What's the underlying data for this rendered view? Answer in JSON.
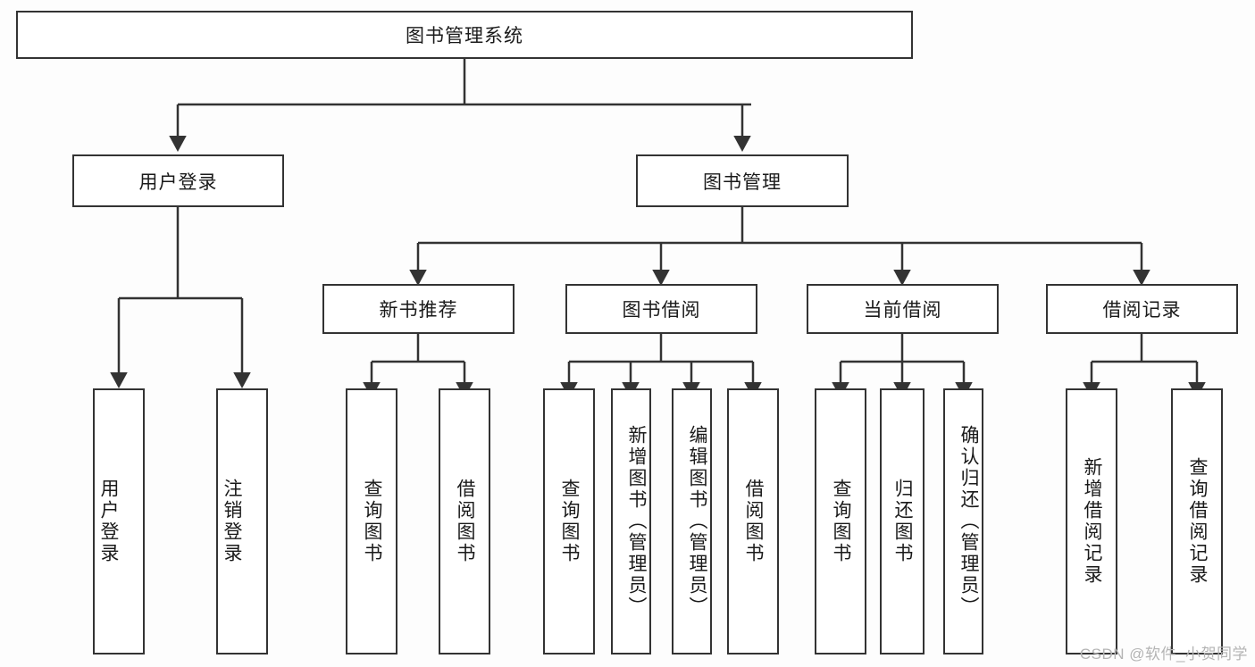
{
  "diagram": {
    "title": "图书管理系统",
    "type": "tree",
    "colors": {
      "stroke": "#333333",
      "node_fill": "#ffffff",
      "background": "#fdfdfd",
      "text": "#1a1a1a",
      "watermark": "#b4b4b4"
    },
    "root": {
      "label": "图书管理系统"
    },
    "level2": [
      {
        "label": "用户登录"
      },
      {
        "label": "图书管理"
      }
    ],
    "level3": [
      {
        "label": "新书推荐"
      },
      {
        "label": "图书借阅"
      },
      {
        "label": "当前借阅"
      },
      {
        "label": "借阅记录"
      }
    ],
    "leaves": {
      "user_login": [
        {
          "label": "用户登录"
        },
        {
          "label": "注销登录"
        }
      ],
      "new_book": [
        {
          "label": "查询图书"
        },
        {
          "label": "借阅图书"
        }
      ],
      "borrow": [
        {
          "label": "查询图书"
        },
        {
          "label": "新增图书（管理员）"
        },
        {
          "label": "编辑图书（管理员）"
        },
        {
          "label": "借阅图书"
        }
      ],
      "current": [
        {
          "label": "查询图书"
        },
        {
          "label": "归还图书"
        },
        {
          "label": "确认归还（管理员）"
        }
      ],
      "records": [
        {
          "label": "新增借阅记录"
        },
        {
          "label": "查询借阅记录"
        }
      ]
    }
  },
  "watermark": {
    "text": "CSDN @软件_小贺同学"
  }
}
